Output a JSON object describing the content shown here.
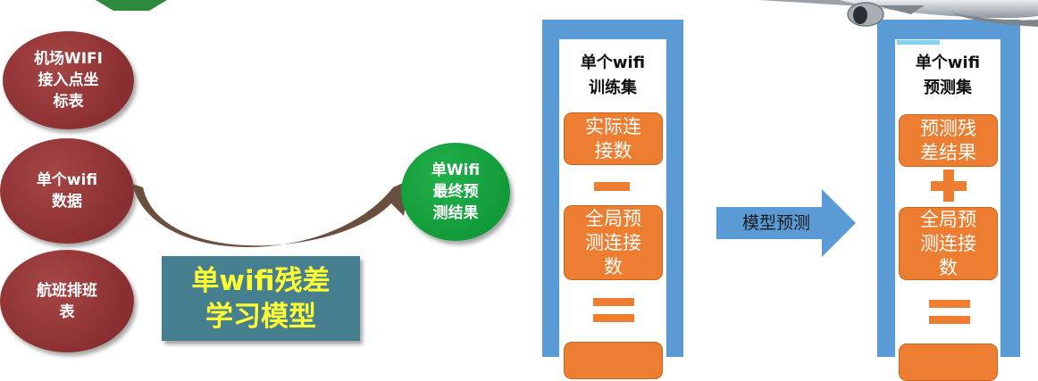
{
  "inputs": {
    "airport": "机场WIFI\n接入点坐\n标表",
    "wifi_data": "单个wifi\n数据",
    "flight": "航班排班\n表"
  },
  "output": {
    "final": "单Wifi\n最终预\n测结果"
  },
  "model": {
    "label": "单wifi残差\n学习模型"
  },
  "train_panel": {
    "title": "单个wifi\n训练集",
    "box1": "实际连\n接数",
    "box2": "全局预\n测连接\n数"
  },
  "predict_arrow": {
    "label": "模型预测"
  },
  "predict_panel": {
    "title": "单个wifi\n预测集",
    "box1": "预测残\n差结果",
    "box2": "全局预\n测连接\n数"
  },
  "colors": {
    "input_circle": "#8a2f31",
    "output_circle": "#129a39",
    "model_box": "#467f8f",
    "model_text": "#ffff33",
    "panel": "#5b9bd5",
    "orange": "#ed7d31",
    "arrow": "#5b9bd5",
    "curve": "#6b4f3e"
  },
  "icons": [
    "airplane-icon",
    "minus-icon",
    "plus-icon",
    "equals-icon"
  ]
}
